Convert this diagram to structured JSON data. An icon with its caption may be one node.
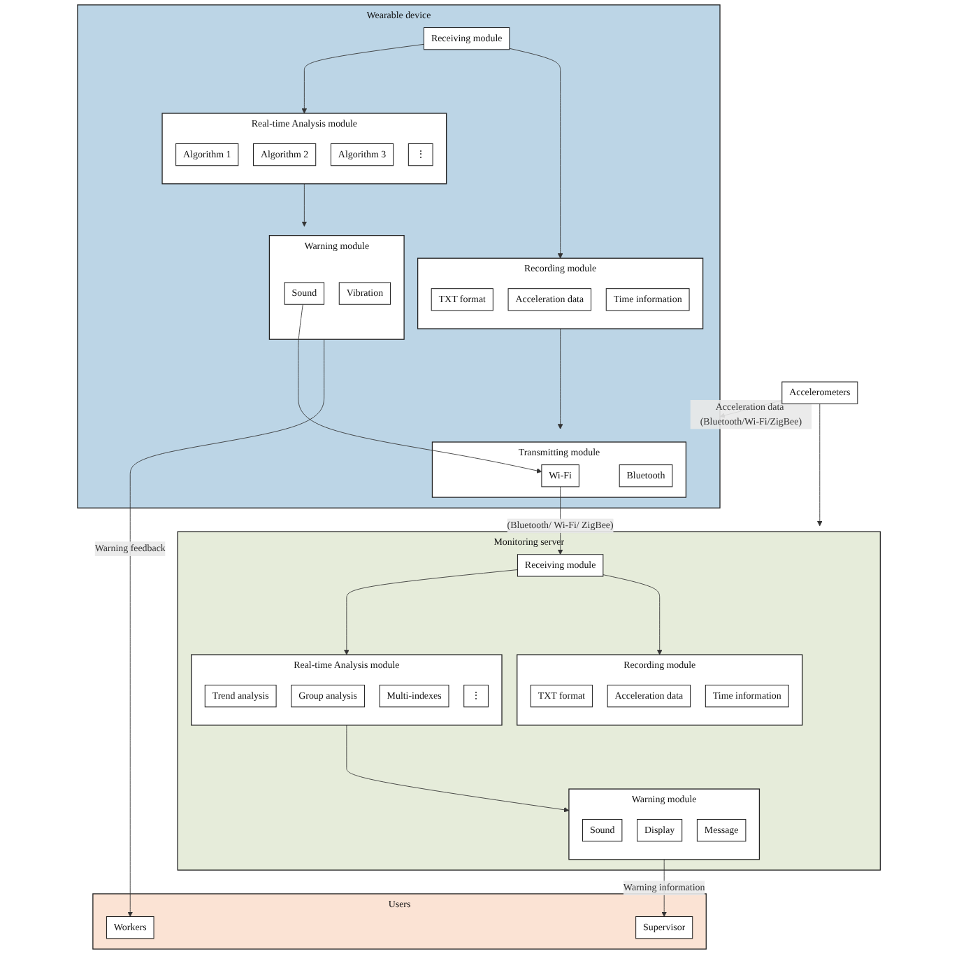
{
  "diagram": {
    "nodes": [
      {
        "text": [
          "Accelerometers"
        ]
      },
      {
        "text": [
          "Wearable device"
        ]
      },
      {
        "text": [
          "Receiving module"
        ],
        "in": 1
      },
      {
        "text": [
          "Real-time Analysis module"
        ],
        "in": 1
      },
      {
        "text": [
          "Algorithm 1"
        ],
        "in": 3
      },
      {
        "text": [
          "Algorithm 2"
        ],
        "in": 3
      },
      {
        "text": [
          "Algorithm 3"
        ],
        "in": 3
      },
      {
        "text": [
          "⋮"
        ],
        "in": 3
      },
      {
        "text": [
          "Recording module"
        ],
        "in": 1
      },
      {
        "text": [
          "TXT format"
        ],
        "in": 8
      },
      {
        "text": [
          "Acceleration data"
        ],
        "in": 8
      },
      {
        "text": [
          "Time information"
        ],
        "in": 8
      },
      {
        "text": [
          "Warning module"
        ],
        "in": 1
      },
      {
        "text": [
          "Sound"
        ],
        "in": 12
      },
      {
        "text": [
          "Vibration"
        ],
        "in": 12
      },
      {
        "text": [
          "Transmitting module"
        ],
        "in": 1
      },
      {
        "text": [
          "Wi-Fi"
        ],
        "in": 15
      },
      {
        "text": [
          "Bluetooth"
        ],
        "in": 15
      },
      {
        "text": [
          "Monitoring server"
        ]
      },
      {
        "text": [
          "Receiving module"
        ],
        "in": 18
      },
      {
        "text": [
          "Real-time Analysis module"
        ],
        "in": 18
      },
      {
        "text": [
          "Trend analysis"
        ],
        "in": 20
      },
      {
        "text": [
          "Group analysis"
        ],
        "in": 20
      },
      {
        "text": [
          "Multi-indexes"
        ],
        "in": 20
      },
      {
        "text": [
          "⋮"
        ],
        "in": 20
      },
      {
        "text": [
          "Recording module"
        ],
        "in": 18
      },
      {
        "text": [
          "TXT format"
        ],
        "in": 25
      },
      {
        "text": [
          "Acceleration data"
        ],
        "in": 25
      },
      {
        "text": [
          "Time information"
        ],
        "in": 25
      },
      {
        "text": [
          "Warning module"
        ],
        "in": 18
      },
      {
        "text": [
          "Sound"
        ],
        "in": 29
      },
      {
        "text": [
          "Display"
        ],
        "in": 29
      },
      {
        "text": [
          "Message"
        ],
        "in": 29
      },
      {
        "text": [
          "Users"
        ]
      },
      {
        "text": [
          "Workers"
        ],
        "in": 33
      },
      {
        "text": [
          "Supervisor"
        ],
        "in": 33
      }
    ],
    "edges": [
      {
        "from": 0,
        "to": 1,
        "arrow": "to",
        "label": "Acceleration data (Bluetooth/Wi-Fi/ZigBee)"
      },
      {
        "from": 0,
        "to": 18,
        "arrow": "to"
      },
      {
        "from": 2,
        "to": 3,
        "arrow": "to"
      },
      {
        "from": 2,
        "to": 8,
        "arrow": "to"
      },
      {
        "from": 3,
        "to": 12,
        "arrow": "to"
      },
      {
        "from": 8,
        "to": 15,
        "arrow": "to"
      },
      {
        "from": 13,
        "to": 16,
        "arrow": "to"
      },
      {
        "from": 16,
        "to": 19,
        "arrow": "to",
        "label": "(Bluetooth/ Wi-Fi/ ZigBee)"
      },
      {
        "from": 19,
        "to": 20,
        "arrow": "to"
      },
      {
        "from": 19,
        "to": 25,
        "arrow": "to"
      },
      {
        "from": 20,
        "to": 29,
        "arrow": "to"
      },
      {
        "from": 12,
        "to": 34,
        "arrow": "to",
        "label": "Warning feedback"
      },
      {
        "from": 29,
        "to": 35,
        "arrow": "to",
        "label": "Warning information"
      }
    ]
  }
}
